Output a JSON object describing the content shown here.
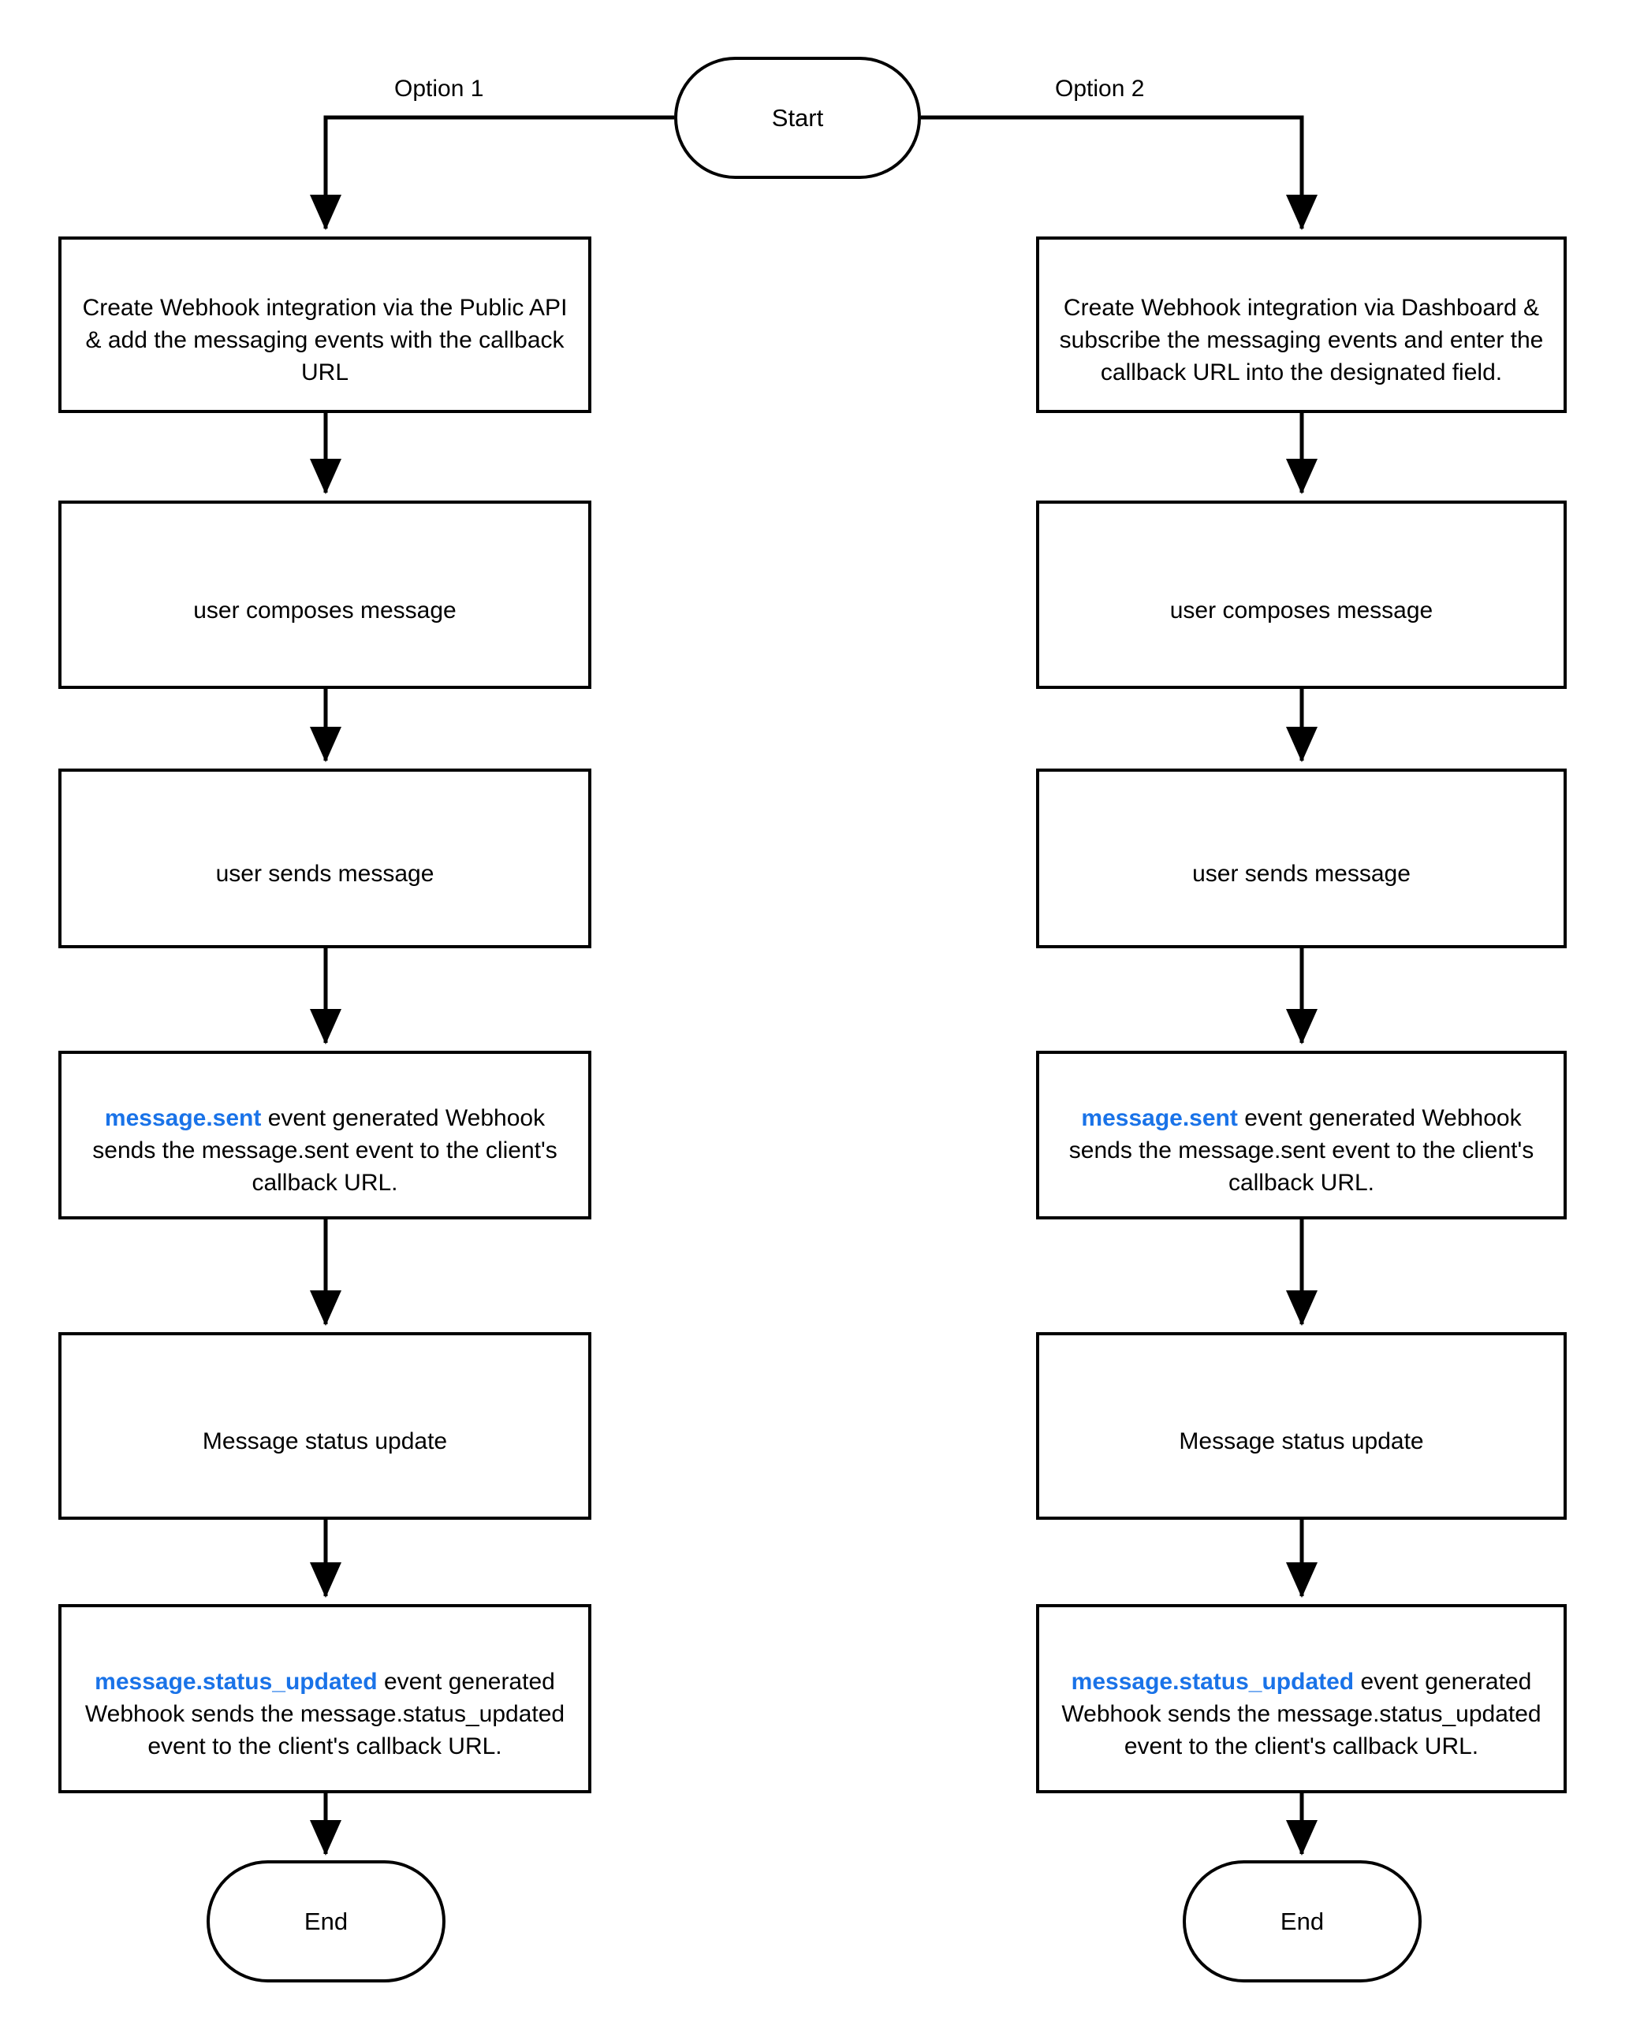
{
  "diagram": {
    "title": "Webhook messaging events flowchart",
    "accent_color": "#1a73e8",
    "line_color": "#000000",
    "background_color": "#ffffff"
  },
  "start_node": {
    "label": "Start"
  },
  "edge_labels": {
    "option1": "Option 1",
    "option2": "Option 2"
  },
  "branches": {
    "left": {
      "name": "Option 1",
      "steps": [
        {
          "id": "left-step-1",
          "text": "Create Webhook integration via the Public API & add the messaging events with the callback URL",
          "accent": ""
        },
        {
          "id": "left-step-2",
          "text": "user composes message",
          "accent": ""
        },
        {
          "id": "left-step-3",
          "text": "user sends message",
          "accent": ""
        },
        {
          "id": "left-step-4",
          "accent": "message.sent",
          "text": " event generated Webhook sends the message.sent event to the client's callback URL."
        },
        {
          "id": "left-step-5",
          "text": "Message status update",
          "accent": ""
        },
        {
          "id": "left-step-6",
          "accent": "message.status_updated",
          "text": " event generated Webhook sends the message.status_updated event to the client's callback URL."
        }
      ],
      "end_label": "End"
    },
    "right": {
      "name": "Option 2",
      "steps": [
        {
          "id": "right-step-1",
          "text": "Create Webhook integration via Dashboard & subscribe the messaging events and enter the callback URL into the designated field.",
          "accent": ""
        },
        {
          "id": "right-step-2",
          "text": "user composes message",
          "accent": ""
        },
        {
          "id": "right-step-3",
          "text": "user sends message",
          "accent": ""
        },
        {
          "id": "right-step-4",
          "accent": "message.sent",
          "text": " event generated Webhook sends the message.sent event to the client's callback URL."
        },
        {
          "id": "right-step-5",
          "text": "Message status update",
          "accent": ""
        },
        {
          "id": "right-step-6",
          "accent": "message.status_updated",
          "text": " event generated Webhook sends the message.status_updated event to the client's callback URL."
        }
      ],
      "end_label": "End"
    }
  }
}
